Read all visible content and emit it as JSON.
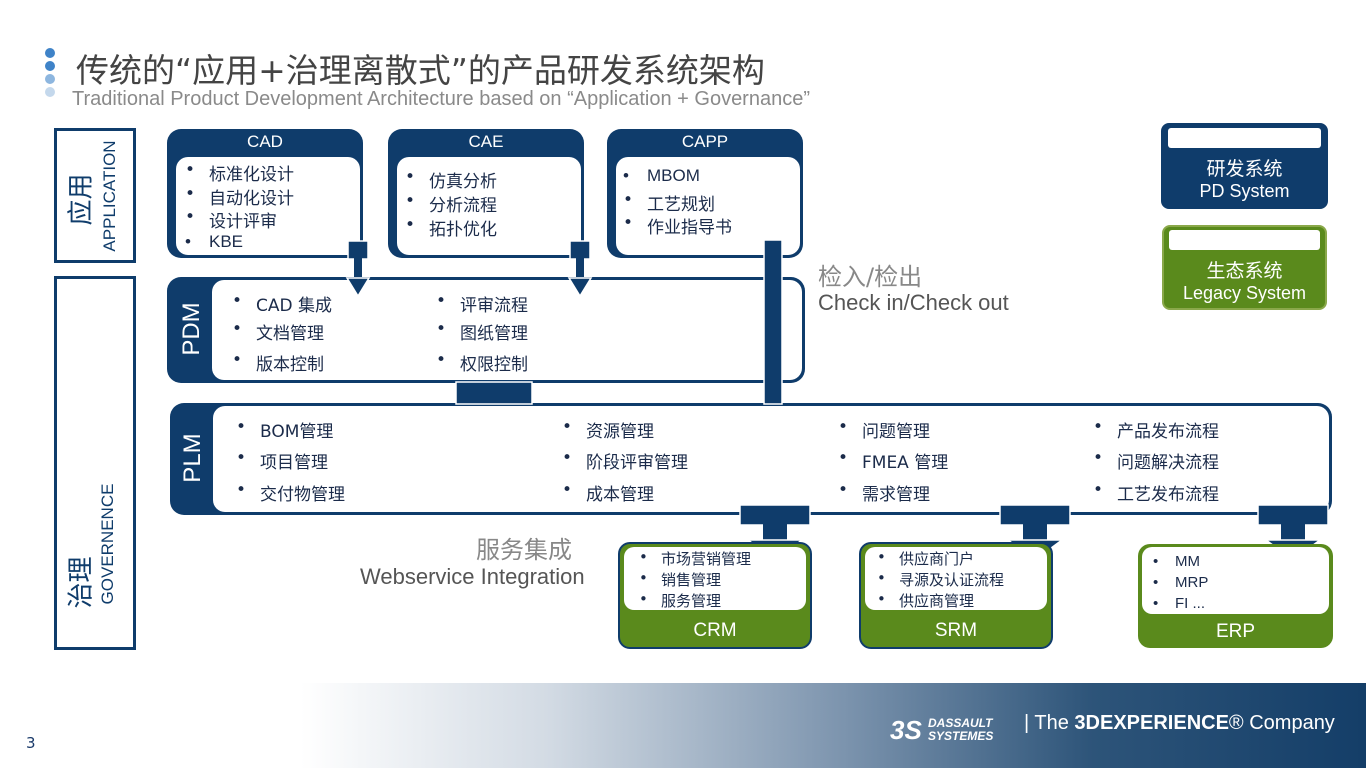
{
  "header": {
    "title_cn": "传统的“应用+治理离散式”的产品研发系统架构",
    "title_en": "Traditional Product Development Architecture based on  “Application + Governance”"
  },
  "side_labels": {
    "application_cn": "应用",
    "application_en": "APPLICATION",
    "governance_cn": "治理",
    "governance_en": "GOVERNENCE"
  },
  "apps": [
    {
      "title": "CAD",
      "items": [
        "标准化设计",
        "自动化设计",
        "设计评审",
        "KBE"
      ]
    },
    {
      "title": "CAE",
      "items": [
        "仿真分析",
        "分析流程",
        "拓扑优化"
      ]
    },
    {
      "title": "CAPP",
      "items": [
        "MBOM",
        "工艺规划",
        "作业指导书"
      ]
    }
  ],
  "pdm": {
    "label": "PDM",
    "col1": [
      "CAD 集成",
      "文档管理",
      "版本控制"
    ],
    "col2": [
      "评审流程",
      "图纸管理",
      "权限控制"
    ]
  },
  "plm": {
    "label": "PLM",
    "col1": [
      "BOM管理",
      "项目管理",
      "交付物管理"
    ],
    "col2": [
      "资源管理",
      "阶段评审管理",
      "成本管理"
    ],
    "col3": [
      "问题管理",
      "FMEA 管理",
      "需求管理"
    ],
    "col4": [
      "产品发布流程",
      "问题解决流程",
      "工艺发布流程"
    ]
  },
  "checkin": {
    "cn": "检入/检出",
    "en": "Check in/Check out"
  },
  "service": {
    "cn": "服务集成",
    "en": "Webservice Integration"
  },
  "externals": [
    {
      "label": "CRM",
      "items": [
        "市场营销管理",
        "销售管理",
        "服务管理"
      ]
    },
    {
      "label": "SRM",
      "items": [
        "供应商门户",
        "寻源及认证流程",
        "供应商管理"
      ]
    },
    {
      "label": "ERP",
      "items": [
        "MM",
        "MRP",
        "FI ..."
      ]
    }
  ],
  "legend": {
    "pd_cn": "研发系统",
    "pd_en": "PD System",
    "legacy_cn": "生态系统",
    "legacy_en": "Legacy System"
  },
  "footer": {
    "page_number": "3",
    "brand_name_line1": "DASSAULT",
    "brand_name_line2": "SYSTEMES",
    "brand_prefix": "| The ",
    "brand_bold": "3DEXPERIENCE",
    "brand_suffix": "® Company"
  },
  "colors": {
    "navy": "#0f3c6b",
    "green": "#5a8a1c",
    "gray_text": "#888888"
  }
}
